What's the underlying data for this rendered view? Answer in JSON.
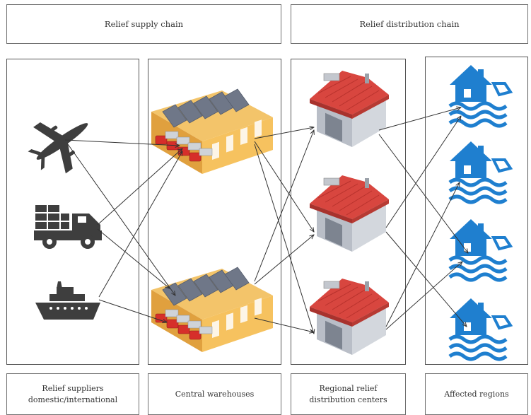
{
  "headers": {
    "supply": "Relief supply chain",
    "distribution": "Relief distribution chain"
  },
  "columns": {
    "suppliers": {
      "line1": "Relief suppliers",
      "line2": "domestic/international"
    },
    "warehouses": {
      "line1": "Central warehouses"
    },
    "regional": {
      "line1": "Regional relief",
      "line2": "distribution centers"
    },
    "affected": {
      "line1": "Affected regions"
    }
  },
  "icons": {
    "suppliers": [
      "airplane-icon",
      "truck-icon",
      "ship-icon"
    ],
    "warehouses": [
      "warehouse-icon",
      "warehouse-icon"
    ],
    "regional": [
      "distribution-center-icon",
      "distribution-center-icon",
      "distribution-center-icon"
    ],
    "affected": [
      "flooded-house-icon",
      "flooded-house-icon",
      "flooded-house-icon",
      "flooded-house-icon"
    ]
  },
  "colors": {
    "supplier_icon": "#3e3e3e",
    "warehouse_wall": "#f3b957",
    "warehouse_roof": "#6f7788",
    "truck_red": "#d62f2a",
    "center_roof": "#d8463f",
    "center_wall": "#c9cdd4",
    "flood_blue": "#1f7fcf",
    "arrow": "#333333"
  }
}
